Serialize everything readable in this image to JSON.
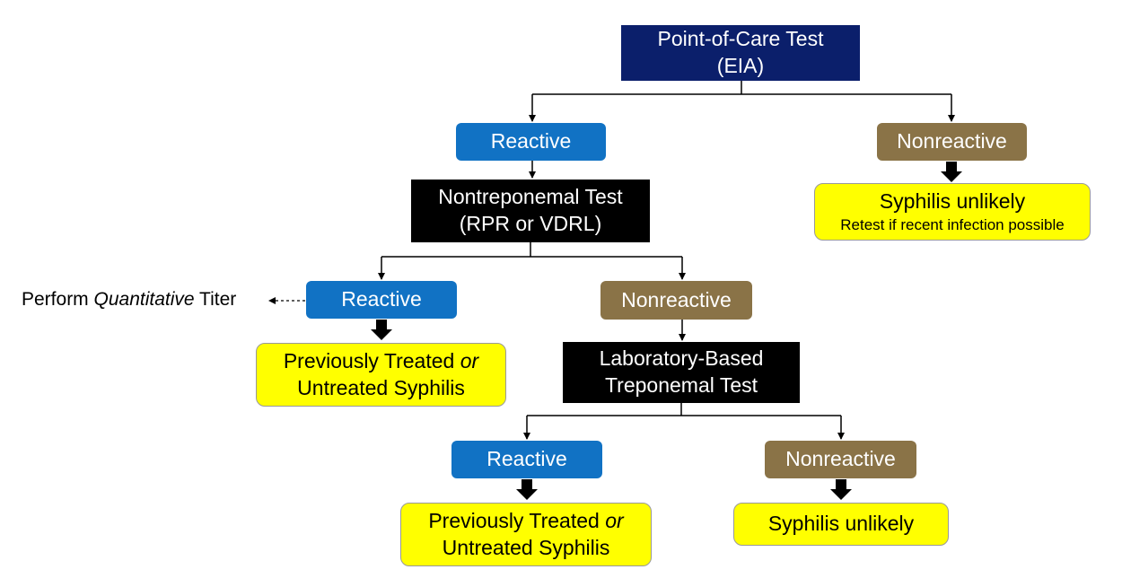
{
  "root": {
    "line1": "Point-of-Care Test",
    "line2": "(EIA)",
    "color": "#0b1f6b"
  },
  "level1": {
    "reactive": "Reactive",
    "nonreactive": "Nonreactive",
    "unlikely_main": "Syphilis unlikely",
    "unlikely_sub": "Retest if recent infection possible"
  },
  "nontreponemal": {
    "line1": "Nontreponemal Test",
    "line2": "(RPR or VDRL)"
  },
  "level2": {
    "reactive": "Reactive",
    "nonreactive": "Nonreactive",
    "note_prefix": "Perform ",
    "note_italic": "Quantitative",
    "note_suffix": " Titer",
    "result_line1_a": "Previously Treated ",
    "result_line1_or": "or",
    "result_line2": "Untreated Syphilis"
  },
  "lab_test": {
    "line1": "Laboratory-Based",
    "line2": "Treponemal Test"
  },
  "level3": {
    "reactive": "Reactive",
    "nonreactive": "Nonreactive",
    "result_line1_a": "Previously Treated ",
    "result_line1_or": "or",
    "result_line2": "Untreated Syphilis",
    "unlikely": "Syphilis unlikely"
  },
  "colors": {
    "reactive": "#1172c4",
    "nonreactive": "#8a7347",
    "result": "#ffff00",
    "test": "#000000"
  }
}
